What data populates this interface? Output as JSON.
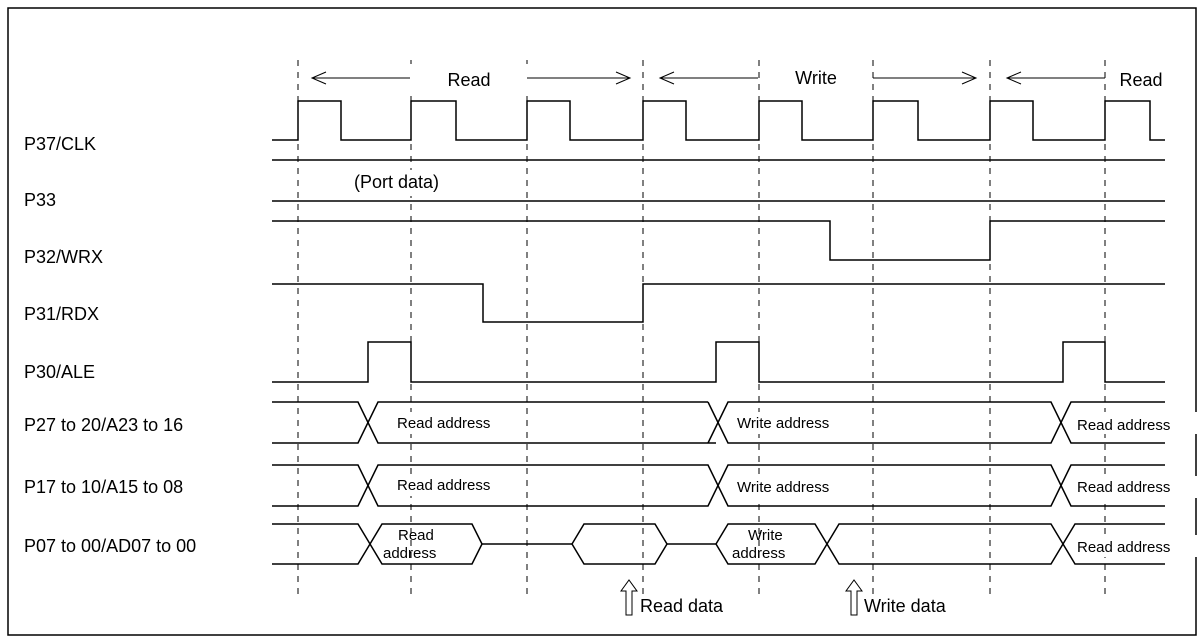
{
  "phases": [
    "Read",
    "Write",
    "Read"
  ],
  "signals": [
    "P37/CLK",
    "P33",
    "P32/WRX",
    "P31/RDX",
    "P30/ALE",
    "P27 to 20/A23 to 16",
    "P17 to 10/A15 to 08",
    "P07 to 00/AD07 to 00"
  ],
  "port_data_label": "(Port data)",
  "bus_labels": {
    "read_address": "Read address",
    "write_address": "Write address",
    "read": "Read",
    "write": "Write",
    "address": "address"
  },
  "annotations": {
    "read_data": "Read data",
    "write_data": "Write data"
  }
}
